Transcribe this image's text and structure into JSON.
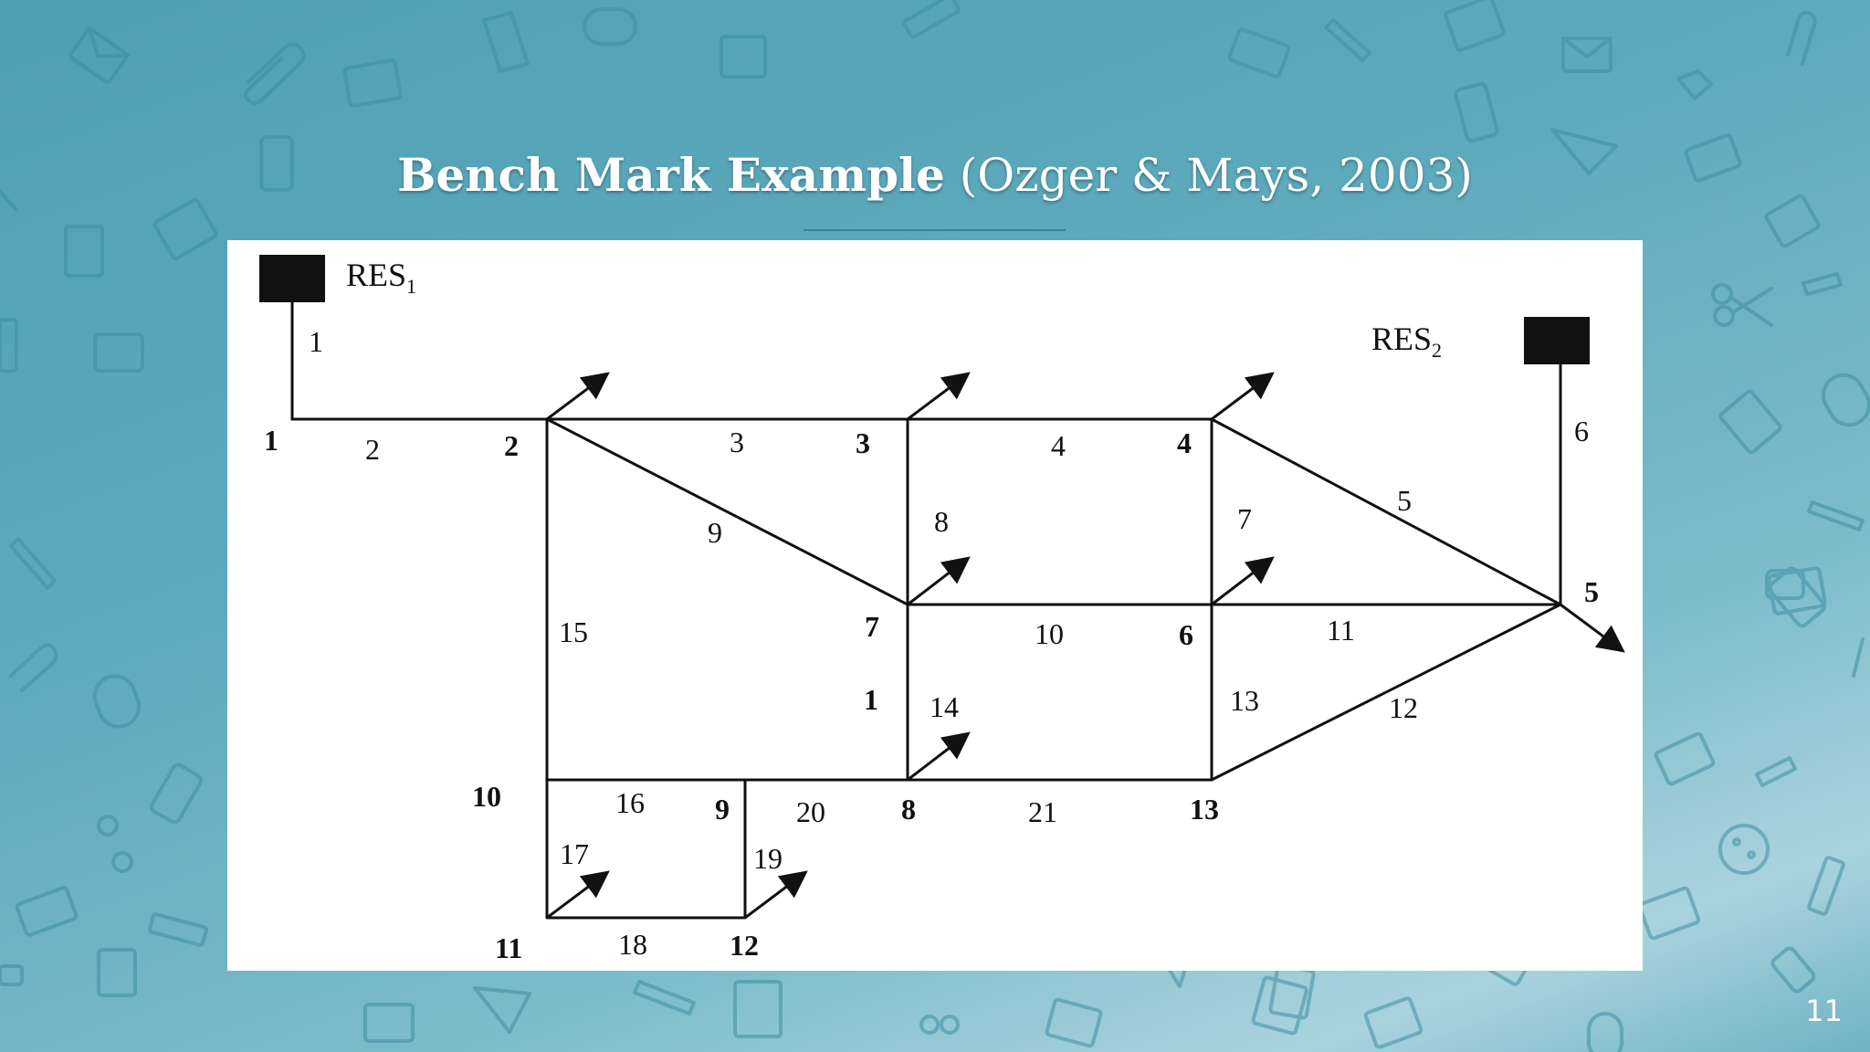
{
  "title": {
    "bold": "Bench Mark Example",
    "rest": "(Ozger & Mays, 2003)"
  },
  "page_number": "11",
  "colors": {
    "background": "#5eaabd",
    "title": "#ffffff",
    "panel": "#ffffff",
    "ink": "#111111"
  },
  "diagram": {
    "reservoirs": [
      "RES",
      "RES"
    ],
    "reservoir_subscripts": [
      "1",
      "2"
    ],
    "node_labels": [
      "1",
      "2",
      "3",
      "4",
      "5",
      "6",
      "7",
      "1",
      "8",
      "9",
      "10",
      "11",
      "12",
      "13"
    ],
    "pipe_labels": [
      "1",
      "2",
      "3",
      "4",
      "5",
      "6",
      "7",
      "8",
      "9",
      "10",
      "11",
      "12",
      "13",
      "14",
      "15",
      "16",
      "17",
      "18",
      "19",
      "20",
      "21"
    ]
  }
}
